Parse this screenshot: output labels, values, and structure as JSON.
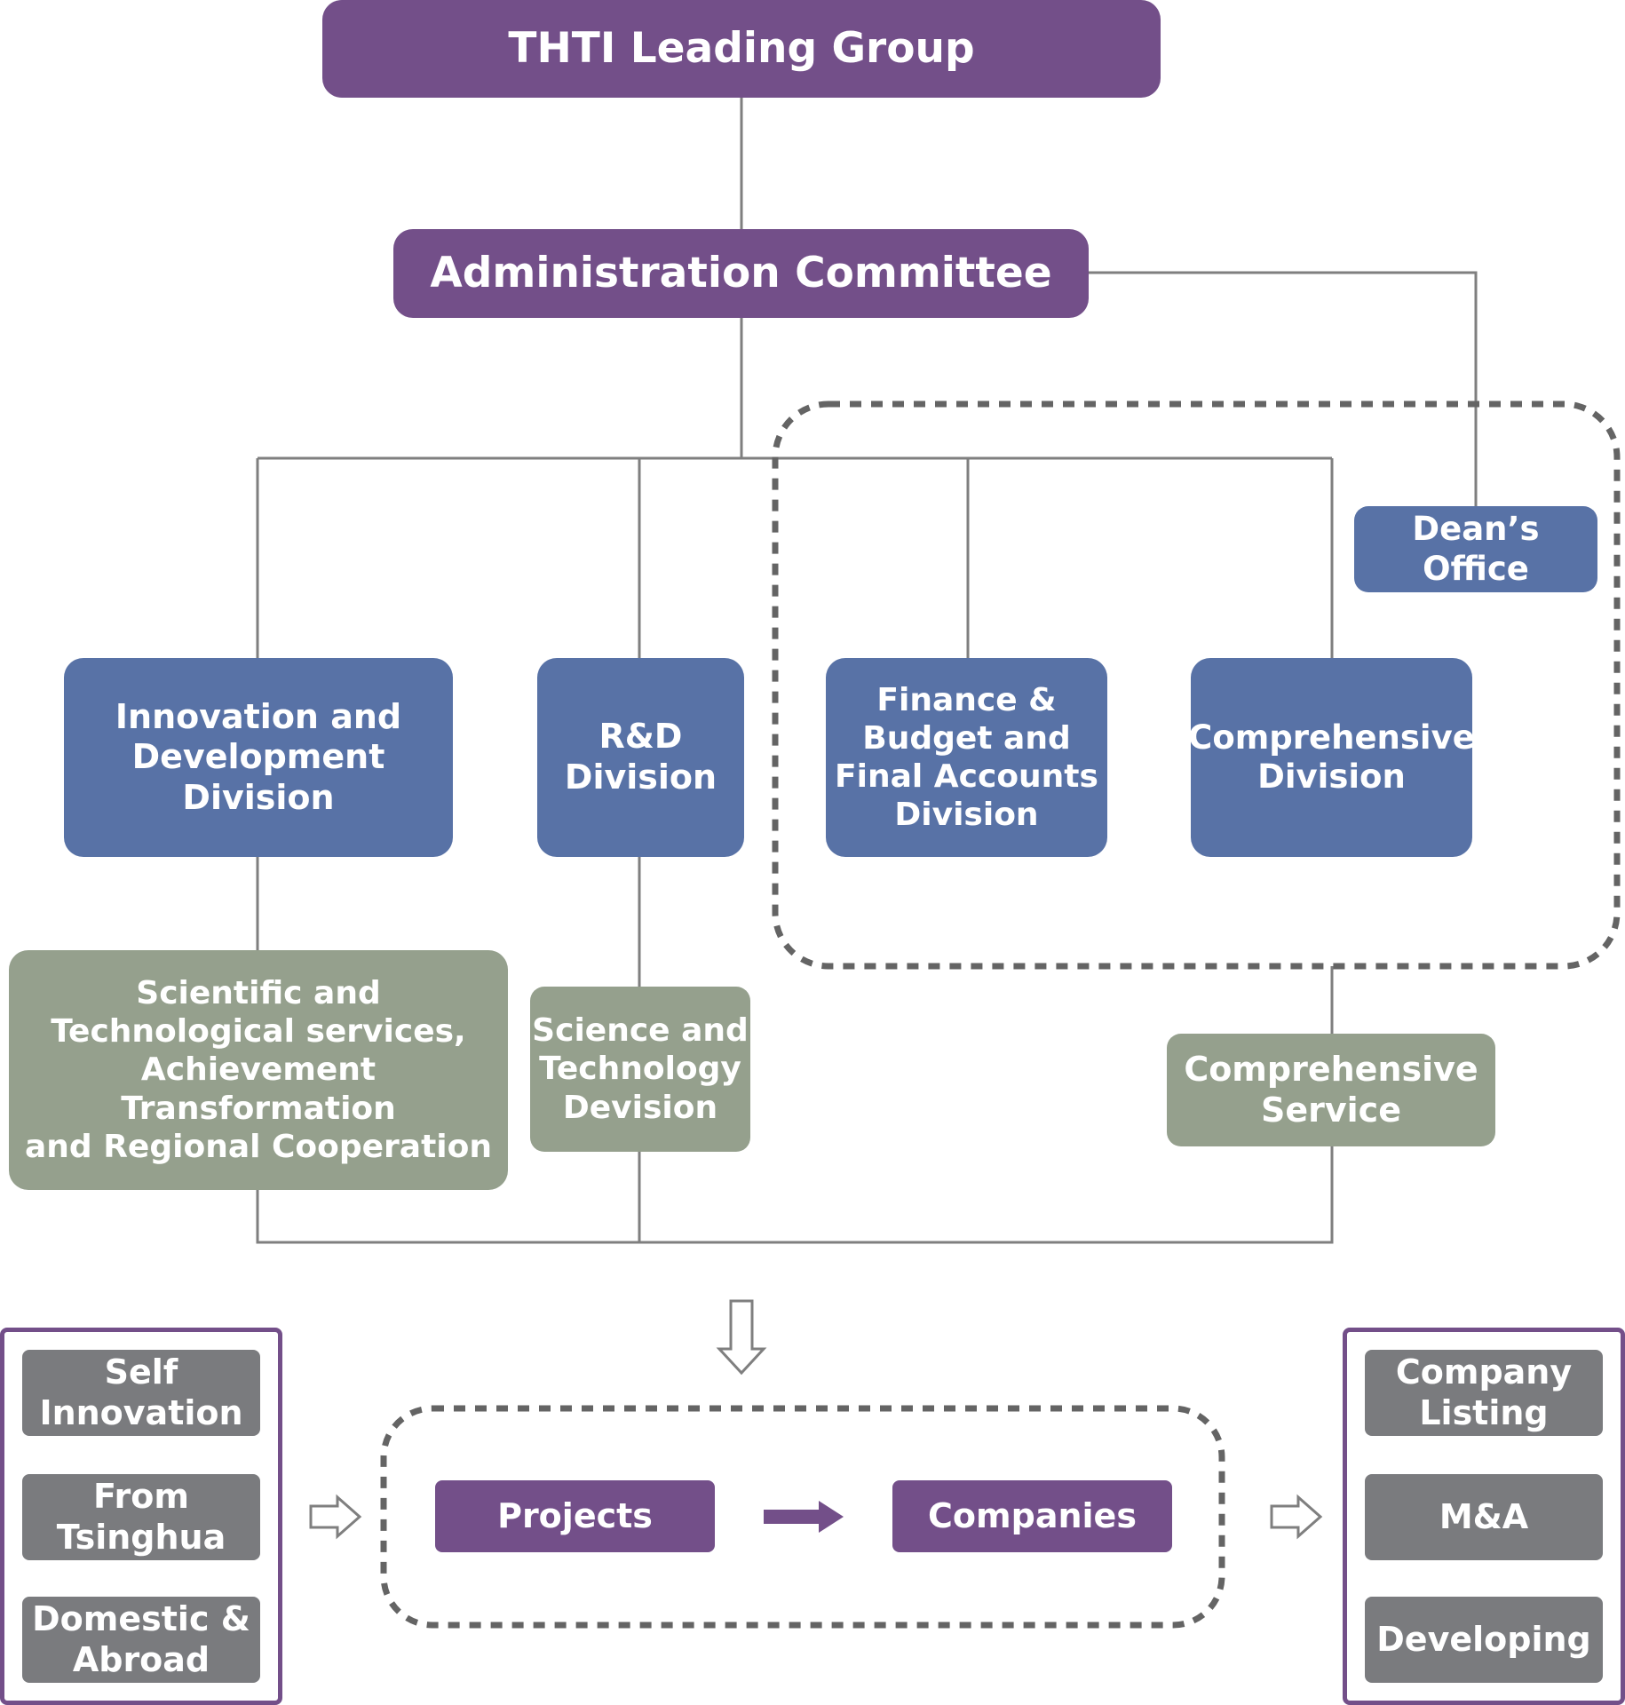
{
  "leadership": {
    "leading_group": "THTI Leading Group",
    "admin_committee": "Administration Committee",
    "deans_office": "Dean’s Office"
  },
  "divisions": {
    "innovation": "Innovation and\nDevelopment\nDivision",
    "rd": "R&D\nDivision",
    "finance": "Finance &\nBudget and\nFinal Accounts\nDivision",
    "comprehensive": "Comprehensive\nDivision"
  },
  "services": {
    "scitech_services": "Scientific and\nTechnological services,\nAchievement Transformation\nand Regional Cooperation",
    "scitech_devision": "Science and\nTechnology\nDevision",
    "comprehensive_service": "Comprehensive\nService"
  },
  "sources": [
    "Self\nInnovation",
    "From\nTsinghua",
    "Domestic &\nAbroad"
  ],
  "pipeline": {
    "projects": "Projects",
    "companies": "Companies"
  },
  "outcomes": [
    "Company\nListing",
    "M&A",
    "Developing"
  ],
  "colors": {
    "purple": "#734f89",
    "blue": "#5872a6",
    "green": "#95a08d",
    "grey": "#7a7b7e",
    "line": "#7f7f7f"
  }
}
